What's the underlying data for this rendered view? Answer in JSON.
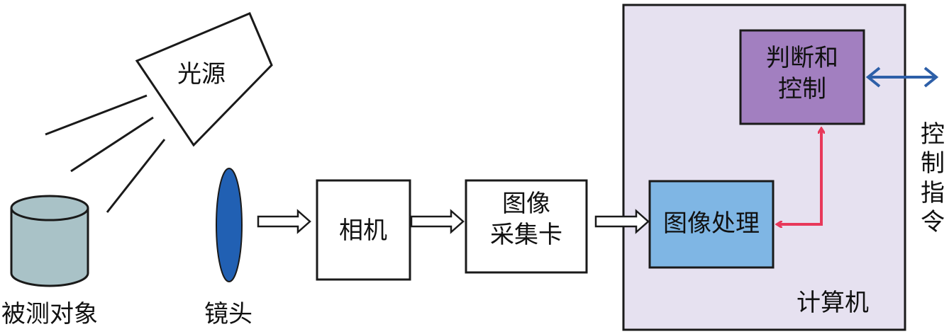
{
  "nodes": {
    "light_source": "光源",
    "object": "被测对象",
    "lens": "镜头",
    "camera": "相机",
    "capture_card": {
      "line1": "图像",
      "line2": "采集卡"
    },
    "image_processing": "图像处理",
    "judgment": {
      "line1": "判断和",
      "line2": "控制"
    },
    "computer": "计算机",
    "control_output": "控制指令"
  },
  "edges": [
    {
      "from": "lens",
      "to": "camera",
      "style": "hollow-arrow"
    },
    {
      "from": "camera",
      "to": "capture_card",
      "style": "hollow-arrow"
    },
    {
      "from": "capture_card",
      "to": "image_processing",
      "style": "hollow-arrow"
    },
    {
      "from": "image_processing",
      "to": "judgment",
      "style": "bidirectional"
    },
    {
      "from": "judgment",
      "to": "control_output",
      "style": "bidirectional"
    }
  ],
  "colors": {
    "computer_bg": "#e6e1f0",
    "image_processing_bg": "#7fb6e4",
    "judgment_bg": "#a27fc0",
    "lens": "#2160b3",
    "object_body": "#a9c2c7",
    "red_arrow": "#e8385a",
    "blue_arrow": "#2d5fa8"
  }
}
